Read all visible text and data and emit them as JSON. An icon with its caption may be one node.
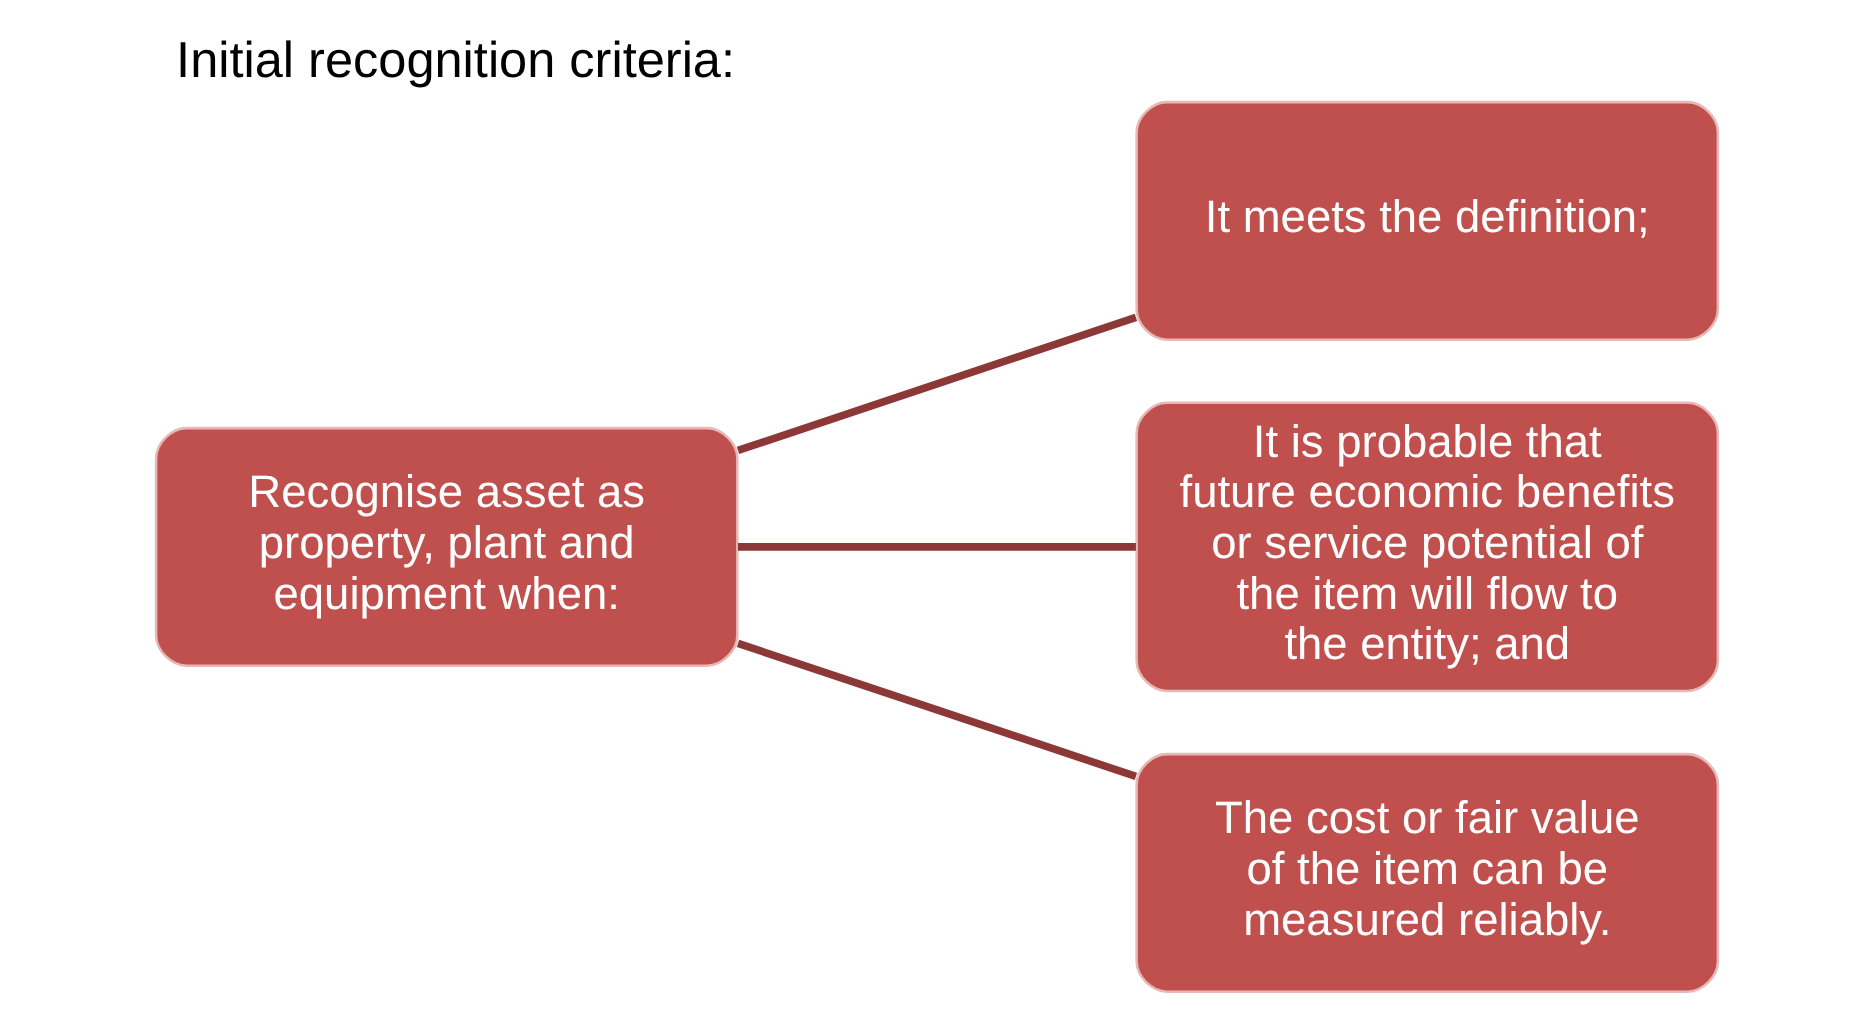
{
  "diagram": {
    "title": "Initial recognition criteria:",
    "nodes": [
      {
        "text": [
          "Recognise asset as property, plant and equipment when:"
        ]
      },
      {
        "text": [
          "It meets the definition;"
        ]
      },
      {
        "text": [
          "It is probable that future economic benefits or service potential of the item will flow to the entity; and"
        ]
      },
      {
        "text": [
          "The cost or fair value of the item can be measured reliably."
        ]
      }
    ],
    "edges": [
      {
        "from": 0,
        "to": 1,
        "arrow": "none"
      },
      {
        "from": 0,
        "to": 2,
        "arrow": "none"
      },
      {
        "from": 0,
        "to": 3,
        "arrow": "none"
      }
    ]
  }
}
